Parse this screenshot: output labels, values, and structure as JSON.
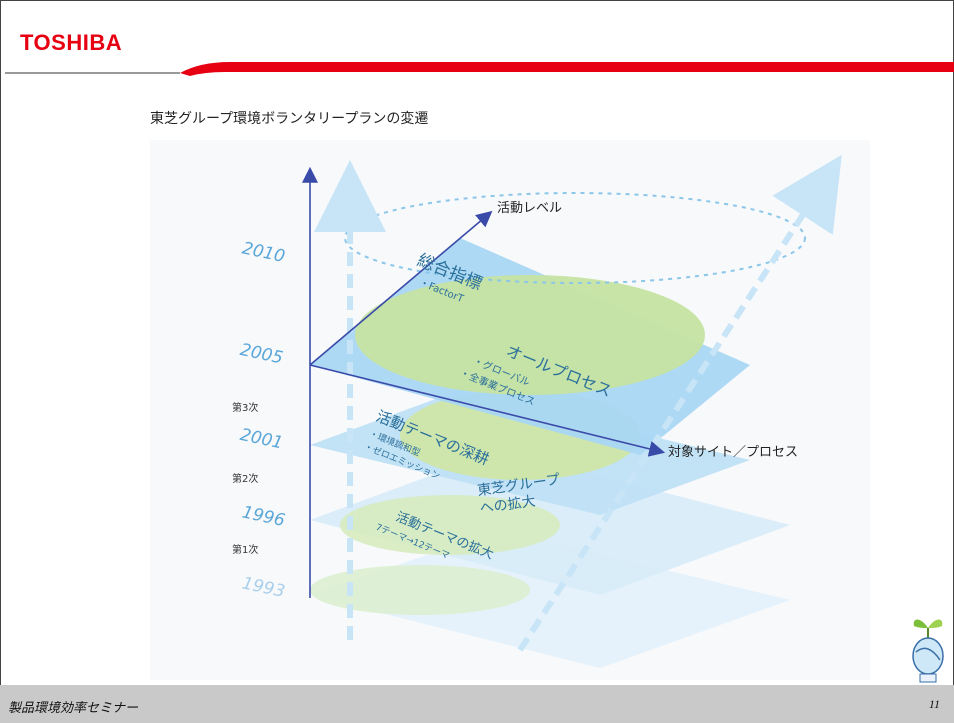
{
  "header": {
    "logo": "TOSHIBA",
    "brand_color": "#e60012"
  },
  "slide": {
    "title": "東芝グループ環境ボランタリープランの変遷"
  },
  "diagram": {
    "axis_labels": {
      "activity_level": "活動レベル",
      "target": "対象サイト／プロセス"
    },
    "years": [
      "2010",
      "2005",
      "2001",
      "1996",
      "1993"
    ],
    "phases": [
      "第3次",
      "第2次",
      "第1次"
    ],
    "layers": {
      "top": {
        "title": "総合指標",
        "item": "・FactorT"
      },
      "all_process": {
        "title": "オールプロセス",
        "items": [
          "・グローバル",
          "・全事業プロセス"
        ]
      },
      "deepen": {
        "title": "活動テーマの深耕",
        "items": [
          "・環境調和型",
          "・ゼロエミッション"
        ]
      },
      "group": {
        "title": "東芝グループ",
        "title2": "への拡大"
      },
      "expand": {
        "title": "活動テーマの拡大",
        "item": "7テーマ→12テーマ"
      }
    }
  },
  "footer": {
    "seminar": "製品環境効率セミナー",
    "page": "11",
    "mascot_icon": "eco-mascot-icon"
  }
}
